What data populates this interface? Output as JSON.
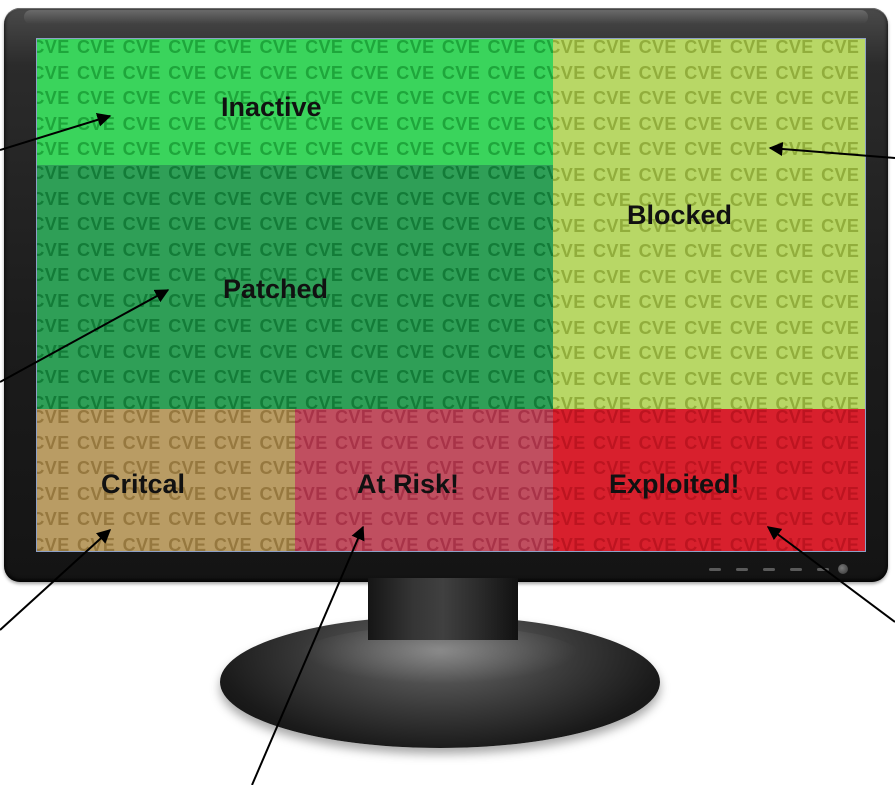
{
  "pattern_word": "CVE",
  "zones": {
    "inactive": {
      "label": "Inactive",
      "color": "#3ad45c"
    },
    "patched": {
      "label": "Patched",
      "color": "#2f9f57"
    },
    "blocked": {
      "label": "Blocked",
      "color": "#b8d766"
    },
    "critical": {
      "label": "Critcal",
      "color": "#b99c64"
    },
    "at_risk": {
      "label": "At Risk!",
      "color": "#c04f60"
    },
    "exploited": {
      "label": "Exploited!",
      "color": "#d8202d"
    }
  }
}
